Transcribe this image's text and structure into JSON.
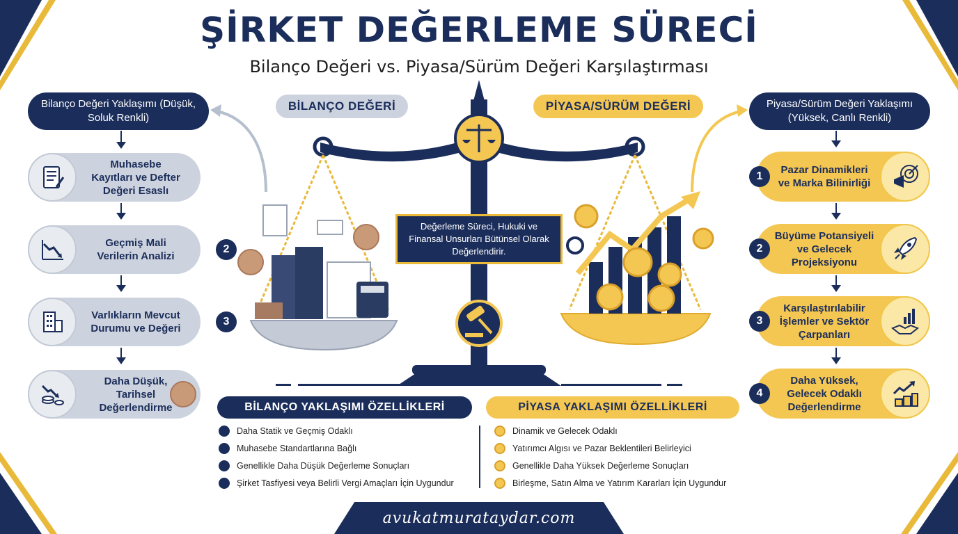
{
  "header": {
    "title": "ŞİRKET DEĞERLEME SÜRECİ",
    "subtitle": "Bilanço Değeri vs. Piyasa/Sürüm Değeri Karşılaştırması"
  },
  "left_panel": {
    "heading": "Bilanço Değeri Yaklaşımı (Düşük, Soluk Renkli)",
    "items": [
      {
        "label": "Muhasebe Kayıtları ve Defter Değeri Esaslı",
        "number": "",
        "icon": "document-pen-icon"
      },
      {
        "label": "Geçmiş Mali Verilerin Analizi",
        "number": "2",
        "icon": "declining-chart-icon"
      },
      {
        "label": "Varlıkların Mevcut Durumu ve Değeri",
        "number": "3",
        "icon": "building-icon"
      },
      {
        "label": "Daha Düşük, Tarihsel Değerlendirme",
        "number": "",
        "icon": "coins-down-icon"
      }
    ]
  },
  "right_panel": {
    "heading": "Piyasa/Sürüm Değeri Yaklaşımı (Yüksek, Canlı Renkli)",
    "items": [
      {
        "label": "Pazar Dinamikleri ve Marka Bilinirliği",
        "number": "1",
        "icon": "megaphone-target-icon"
      },
      {
        "label": "Büyüme Potansiyeli ve Gelecek Projeksiyonu",
        "number": "2",
        "icon": "rocket-icon"
      },
      {
        "label": "Karşılaştırılabilir İşlemler ve Sektör Çarpanları",
        "number": "3",
        "icon": "handshake-chart-icon"
      },
      {
        "label": "Daha Yüksek, Gelecek Odaklı Değerlendirme",
        "number": "4",
        "icon": "coins-up-icon"
      }
    ]
  },
  "scale": {
    "left_label": "BİLANÇO DEĞERİ",
    "right_label": "PİYASA/SÜRÜM DEĞERİ",
    "center_text": "Değerleme Süreci, Hukuki ve Finansal Unsurları Bütünsel Olarak Değerlendirir."
  },
  "bottom": {
    "left_heading": "BİLANÇO YAKLAŞIMI ÖZELLİKLERİ",
    "left_items": [
      "Daha Statik ve Geçmiş Odaklı",
      "Muhasebe Standartlarına Bağlı",
      "Genellikle Daha Düşük Değerleme Sonuçları",
      "Şirket Tasfiyesi veya Belirli Vergi Amaçları İçin Uygundur"
    ],
    "right_heading": "PİYASA YAKLAŞIMI ÖZELLİKLERİ",
    "right_items": [
      "Dinamik ve Gelecek Odaklı",
      "Yatırımcı Algısı ve Pazar Beklentileri Belirleyici",
      "Genellikle Daha Yüksek Değerleme Sonuçları",
      "Birleşme, Satın Alma ve Yatırım Kararları İçin Uygundur"
    ]
  },
  "footer": {
    "website": "avukatmurataydar.com"
  },
  "colors": {
    "navy": "#1b2d5a",
    "gold": "#f4c752",
    "grey": "#cdd3de"
  }
}
